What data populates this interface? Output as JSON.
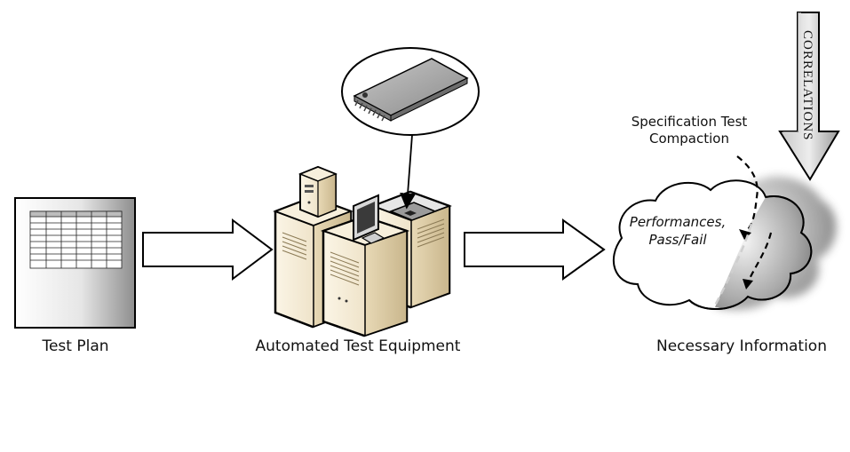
{
  "nodes": {
    "test_plan": {
      "label": "Test Plan"
    },
    "ate": {
      "label": "Automated Test Equipment"
    },
    "necessary_info": {
      "label": "Necessary Information",
      "inner_line1": "Performances,",
      "inner_line2": "Pass/Fail"
    }
  },
  "annotations": {
    "spec_line1": "Specification Test",
    "spec_line2": "Compaction",
    "correlations": "CORRELATIONS"
  },
  "edges": [
    {
      "from": "Test Plan",
      "to": "Automated Test Equipment"
    },
    {
      "from": "Automated Test Equipment",
      "to": "Necessary Information"
    }
  ],
  "colors": {
    "outline": "#000000",
    "arrow_fill": "#ffffff",
    "cabinet_beige": "#f3e8cf",
    "cloud_fill": "#ffffff",
    "chip_gray": "#9a9a9a",
    "correlations_gray": "#a9a9a9"
  },
  "icons": [
    "document-icon",
    "server-cabinet-icon",
    "ic-chip-icon",
    "monitor-icon",
    "cloud-icon"
  ]
}
